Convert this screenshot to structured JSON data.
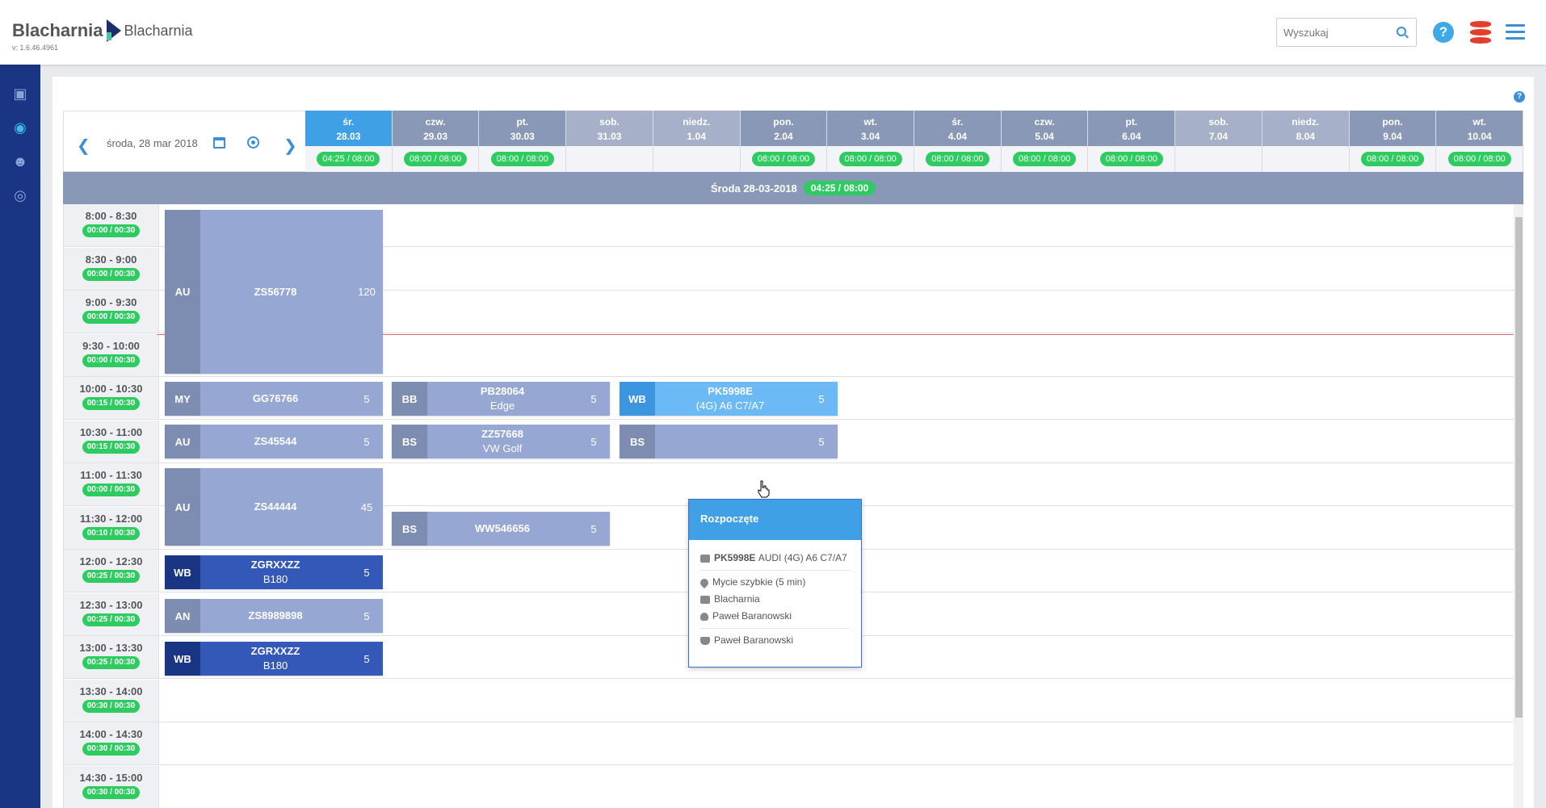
{
  "header": {
    "brand": "Blacharnia",
    "brand_sub": "Blacharnia",
    "version": "v: 1.6.46.4961",
    "search_placeholder": "Wyszukaj",
    "help_icon": "help-icon",
    "db_icon": "database-icon",
    "menu_icon": "hamburger-menu-icon",
    "colors": {
      "accent": "#3fa0e6",
      "sidebar": "#1a3584",
      "pill": "#2ecc60",
      "db": "#e43f2e"
    }
  },
  "sidebar": {
    "items": [
      {
        "icon": "car-wash-icon"
      },
      {
        "icon": "drop-icon"
      },
      {
        "icon": "users-icon"
      },
      {
        "icon": "eye-icon"
      }
    ]
  },
  "datenav": {
    "date": "środa, 28 mar 2018"
  },
  "days": [
    {
      "name": "śr.",
      "date": "28.03",
      "time": "04:25 / 08:00"
    },
    {
      "name": "czw.",
      "date": "29.03",
      "time": "08:00 / 08:00"
    },
    {
      "name": "pt.",
      "date": "30.03",
      "time": "08:00 / 08:00"
    },
    {
      "name": "sob.",
      "date": "31.03",
      "time": ""
    },
    {
      "name": "niedz.",
      "date": "1.04",
      "time": ""
    },
    {
      "name": "pon.",
      "date": "2.04",
      "time": "08:00 / 08:00"
    },
    {
      "name": "wt.",
      "date": "3.04",
      "time": "08:00 / 08:00"
    },
    {
      "name": "śr.",
      "date": "4.04",
      "time": "08:00 / 08:00"
    },
    {
      "name": "czw.",
      "date": "5.04",
      "time": "08:00 / 08:00"
    },
    {
      "name": "pt.",
      "date": "6.04",
      "time": "08:00 / 08:00"
    },
    {
      "name": "sob.",
      "date": "7.04",
      "time": ""
    },
    {
      "name": "niedz.",
      "date": "8.04",
      "time": ""
    },
    {
      "name": "pon.",
      "date": "9.04",
      "time": "08:00 / 08:00"
    },
    {
      "name": "wt.",
      "date": "10.04",
      "time": "08:00 / 08:00"
    }
  ],
  "daybar": {
    "title": "Środa 28-03-2018",
    "time": "04:25 / 08:00"
  },
  "slots": [
    {
      "time": "8:00 - 8:30",
      "load": "00:00 / 00:30"
    },
    {
      "time": "8:30 - 9:00",
      "load": "00:00 / 00:30"
    },
    {
      "time": "9:00 - 9:30",
      "load": "00:00 / 00:30"
    },
    {
      "time": "9:30 - 10:00",
      "load": "00:00 / 00:30"
    },
    {
      "time": "10:00 - 10:30",
      "load": "00:15 / 00:30"
    },
    {
      "time": "10:30 - 11:00",
      "load": "00:15 / 00:30"
    },
    {
      "time": "11:00 - 11:30",
      "load": "00:00 / 00:30"
    },
    {
      "time": "11:30 - 12:00",
      "load": "00:10 / 00:30"
    },
    {
      "time": "12:00 - 12:30",
      "load": "00:25 / 00:30"
    },
    {
      "time": "12:30 - 13:00",
      "load": "00:25 / 00:30"
    },
    {
      "time": "13:00 - 13:30",
      "load": "00:25 / 00:30"
    },
    {
      "time": "13:30 - 14:00",
      "load": "00:30 / 00:30"
    },
    {
      "time": "14:00 - 14:30",
      "load": "00:30 / 00:30"
    },
    {
      "time": "14:30 - 15:00",
      "load": "00:30 / 00:30"
    }
  ],
  "jobs": [
    {
      "code": "AU",
      "plate": "ZS56778",
      "sub": "",
      "dur": "120",
      "style": ""
    },
    {
      "code": "MY",
      "plate": "GG76766",
      "sub": "",
      "dur": "5",
      "style": ""
    },
    {
      "code": "BB",
      "plate": "PB28064",
      "sub": "Edge",
      "dur": "5",
      "style": ""
    },
    {
      "code": "WB",
      "plate": "PK5998E",
      "sub": "(4G) A6 C7/A7",
      "dur": "5",
      "style": "blue"
    },
    {
      "code": "AU",
      "plate": "ZS45544",
      "sub": "",
      "dur": "5",
      "style": ""
    },
    {
      "code": "BS",
      "plate": "ZZ57668",
      "sub": "VW Golf",
      "dur": "5",
      "style": ""
    },
    {
      "code": "BS",
      "plate": "",
      "sub": "",
      "dur": "5",
      "style": ""
    },
    {
      "code": "AU",
      "plate": "ZS44444",
      "sub": "",
      "dur": "45",
      "style": ""
    },
    {
      "code": "BS",
      "plate": "WW546656",
      "sub": "",
      "dur": "5",
      "style": ""
    },
    {
      "code": "WB",
      "plate": "ZGRXXZZ",
      "sub": "B180",
      "dur": "5",
      "style": "dark"
    },
    {
      "code": "AN",
      "plate": "ZS8989898",
      "sub": "",
      "dur": "5",
      "style": ""
    },
    {
      "code": "WB",
      "plate": "ZGRXXZZ",
      "sub": "B180",
      "dur": "5",
      "style": "dark"
    }
  ],
  "popup": {
    "status": "Rozpoczęte",
    "plate": "PK5998E",
    "car": "AUDI (4G) A6 C7/A7",
    "service": "Mycie szybkie (5 min)",
    "department": "Blacharnia",
    "employee": "Paweł Baranowski",
    "client": "Paweł Baranowski"
  }
}
